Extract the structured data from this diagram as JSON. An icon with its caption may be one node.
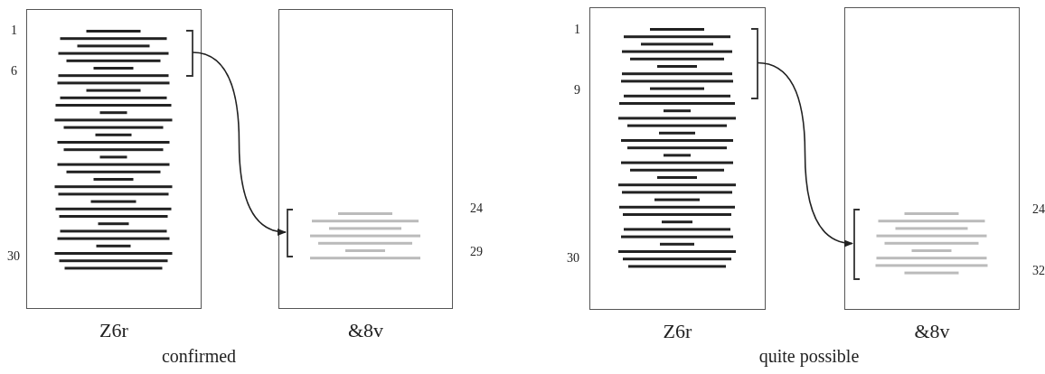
{
  "diagram": {
    "nodes": [
      {
        "text": [],
        "shape": "picture",
        "beside": [
          "Z6r"
        ]
      },
      {
        "text": [],
        "shape": "picture",
        "beside": [
          "&8v"
        ]
      },
      {
        "text": [],
        "shape": "bracket",
        "in": 0
      },
      {
        "text": [],
        "shape": "bracket",
        "in": 1
      },
      {
        "text": [],
        "shape": "picture",
        "beside": [
          "Z6r"
        ]
      },
      {
        "text": [],
        "shape": "picture",
        "beside": [
          "&8v"
        ]
      },
      {
        "text": [],
        "shape": "bracket",
        "in": 4
      },
      {
        "text": [],
        "shape": "bracket",
        "in": 5
      }
    ],
    "edges": [
      {
        "from": 2,
        "to": 3,
        "arrow": "to"
      },
      {
        "from": 6,
        "to": 7,
        "arrow": "to"
      }
    ],
    "labels": [
      "1",
      "6",
      "30",
      "24",
      "29",
      "confirmed",
      "1",
      "9",
      "30",
      "24",
      "32",
      "quite possible"
    ]
  }
}
